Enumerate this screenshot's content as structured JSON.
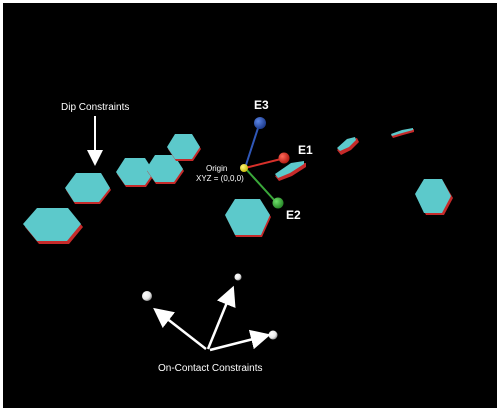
{
  "labels": {
    "dip_constraints": "Dip Constraints",
    "on_contact_constraints": "On-Contact Constraints",
    "origin_line1": "Origin",
    "origin_line2": "XYZ = (0,0,0)",
    "e1": "E1",
    "e2": "E2",
    "e3": "E3"
  },
  "colors": {
    "background": "#000000",
    "hexagon_top": "#5cc9cb",
    "hexagon_edge": "#c62a2a",
    "axis_e1": "#d8302a",
    "axis_e2": "#3aa83a",
    "axis_e3": "#2f57b8",
    "origin": "#f3e61b",
    "sphere": "#ffffff",
    "annotation": "#ffffff"
  }
}
